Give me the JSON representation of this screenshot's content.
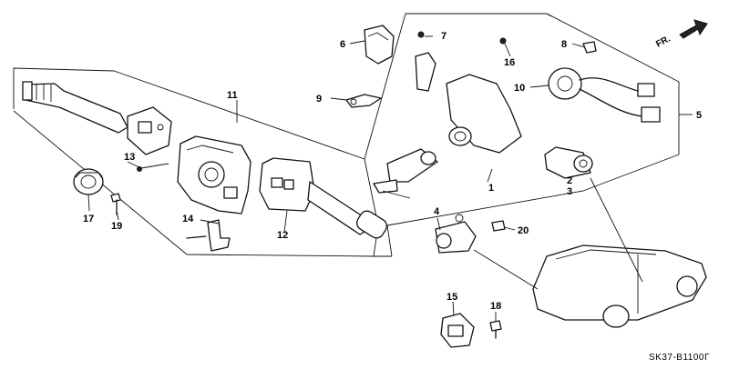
{
  "diagram": {
    "code": "SK37-B1100Γ",
    "direction_label": "FR.",
    "callouts": [
      "1",
      "2",
      "3",
      "4",
      "5",
      "6",
      "7",
      "8",
      "9",
      "10",
      "11",
      "12",
      "13",
      "14",
      "15",
      "16",
      "17",
      "18",
      "19",
      "20"
    ]
  }
}
